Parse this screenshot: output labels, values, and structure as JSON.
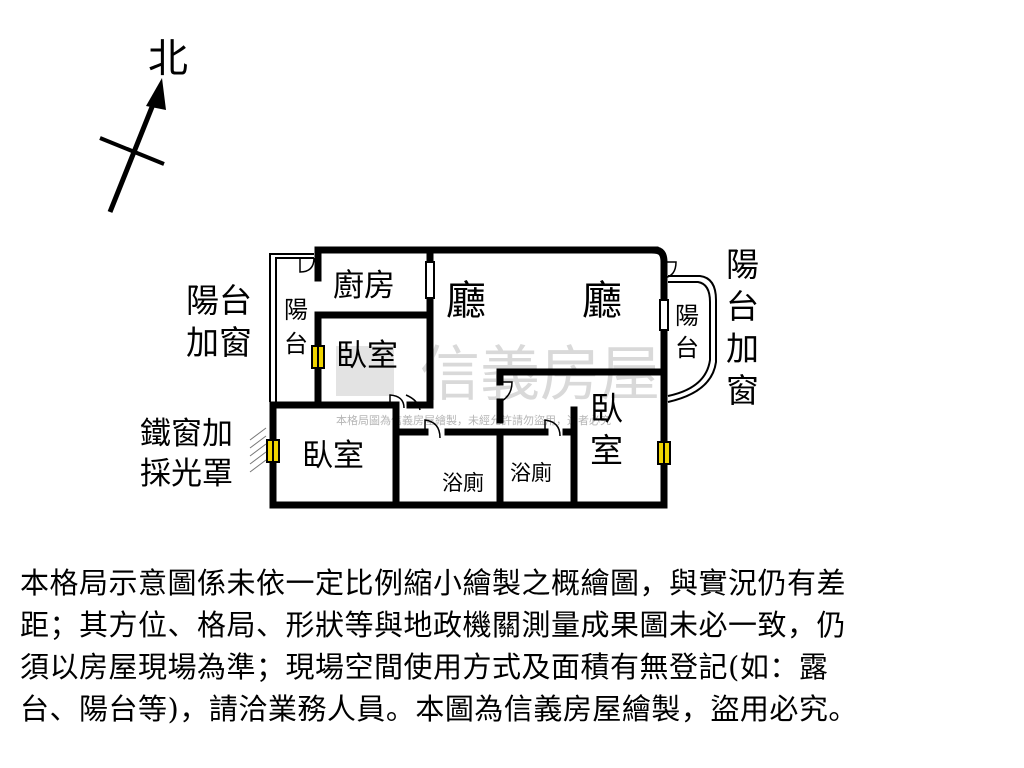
{
  "compass": {
    "label": "北"
  },
  "rooms": {
    "kitchen": "廚房",
    "living_left": "廳",
    "living_right": "廳",
    "balcony_left_inner": [
      "陽",
      "台"
    ],
    "balcony_right_inner": [
      "陽",
      "台"
    ],
    "bedroom_center": "臥室",
    "bedroom_left": "臥室",
    "bedroom_right": [
      "臥",
      "室"
    ],
    "bath_left": "浴廁",
    "bath_right": "浴廁"
  },
  "annotations": {
    "left_balcony": [
      "陽台",
      "加窗"
    ],
    "right_balcony": [
      "陽",
      "台",
      "加",
      "窗"
    ],
    "iron_window": [
      "鐵窗加",
      "採光罩"
    ]
  },
  "watermark": {
    "brand": "信義房屋",
    "notice": "本格局圖為信義房屋繪製，未經允許請勿盜用，違者必究"
  },
  "disclaimer": {
    "lines": [
      "本格局示意圖係未依一定比例縮小繪製之概繪圖，與實況仍有差",
      "距；其方位、格局、形狀等與地政機關測量成果圖未必一致，仍",
      "須以房屋現場為準；現場空間使用方式及面積有無登記(如：露",
      "台、陽台等)，請洽業務人員。本圖為信義房屋繪製，盜用必究。"
    ]
  }
}
